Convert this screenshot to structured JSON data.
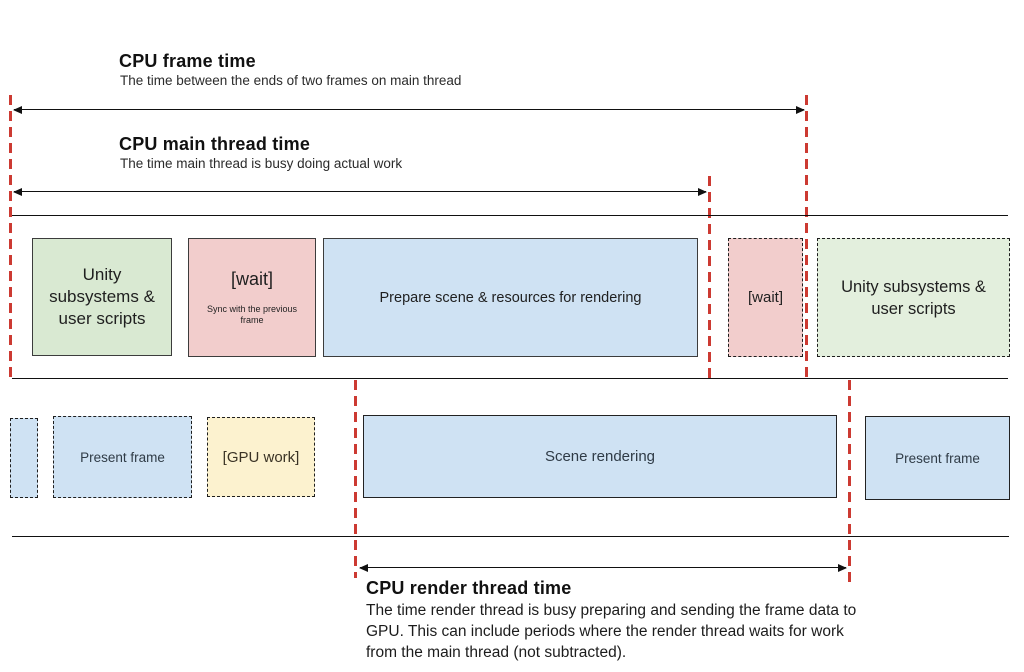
{
  "annotations": {
    "cpu_frame_time": {
      "title": "CPU frame time",
      "subtitle": "The time between the ends of two frames on main thread"
    },
    "cpu_main_thread_time": {
      "title": "CPU main thread time",
      "subtitle": "The time main thread is busy doing actual work"
    },
    "cpu_render_thread_time": {
      "title": "CPU render thread time",
      "description": "The time render thread is busy preparing and sending the frame data to GPU. This can include periods where the render thread waits for work from the main thread (not subtracted)."
    }
  },
  "main_thread_row": {
    "unity_subsystems_start": "Unity\nsubsystems &\nuser scripts",
    "wait_sync": {
      "label": "[wait]",
      "sublabel": "Sync with the previous\nframe"
    },
    "prepare_scene": "Prepare scene & resources for rendering",
    "wait_next": "[wait]",
    "unity_subsystems_next": "Unity subsystems &\nuser scripts"
  },
  "render_thread_row": {
    "present_frame_prev": "Present frame",
    "gpu_work": "[GPU work]",
    "scene_rendering": "Scene rendering",
    "present_frame": "Present frame"
  },
  "colors": {
    "green_fill": "#d9e9d2",
    "pink_fill": "#f2cdcc",
    "blue_fill": "#cfe2f3",
    "yellow_fill": "#fcf2cf",
    "frame_marker_red": "#cc3a32"
  }
}
